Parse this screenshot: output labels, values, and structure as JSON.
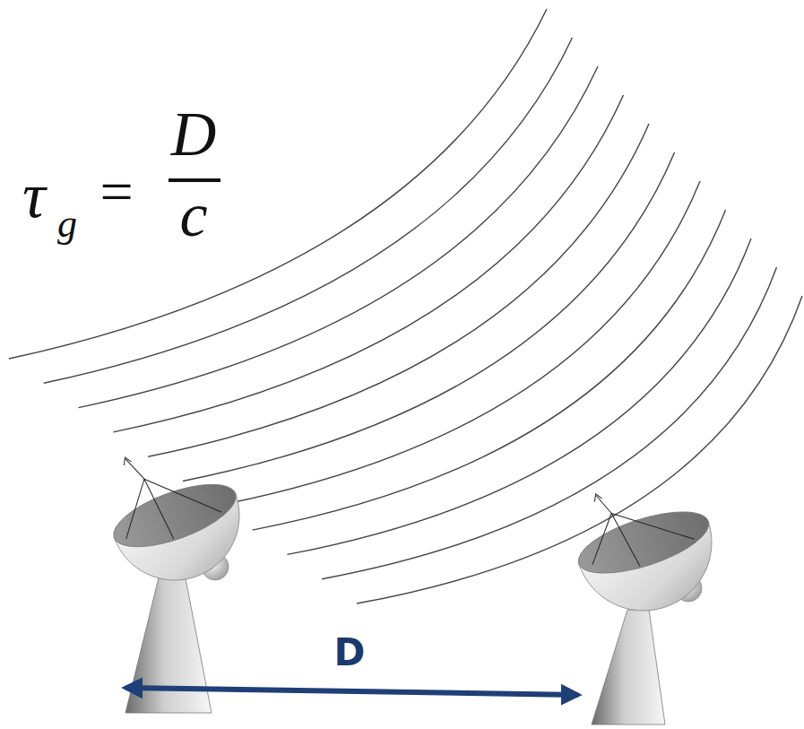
{
  "diagram": {
    "labels": [
      "τ",
      "g",
      "=",
      "D",
      "c",
      "D"
    ]
  }
}
